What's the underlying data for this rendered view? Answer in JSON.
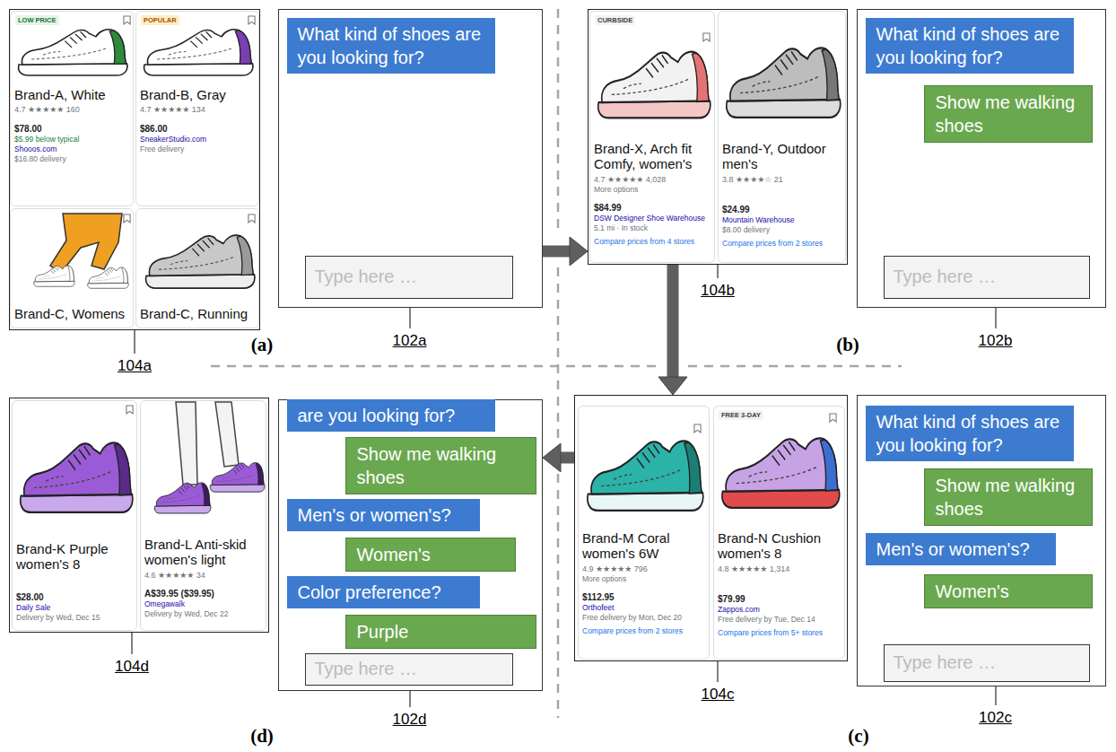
{
  "diagram": {
    "nodes": [
      {
        "text": [
          "104a"
        ]
      },
      {
        "text": [
          "LOW PRICE",
          "Brand-A, White",
          "4.7 ★★★★★ 160",
          "$78.00",
          "$5.99 below typical",
          "Shooos.com",
          "$16.80 delivery"
        ],
        "in": 0
      },
      {
        "text": [
          "POPULAR",
          "Brand-B, Gray",
          "4.7 ★★★★★ 134",
          "$86.00",
          "SneakerStudio.com",
          "Free delivery"
        ],
        "in": 0
      },
      {
        "text": [
          "Brand-C, Womens"
        ],
        "in": 0
      },
      {
        "text": [
          "Brand-C, Running"
        ],
        "in": 0
      },
      {
        "text": [
          "102a"
        ]
      },
      {
        "text": [
          "What kind of shoes are you looking for?"
        ],
        "in": 5
      },
      {
        "text": [
          "Type here …"
        ],
        "in": 5
      },
      {
        "text": [
          "104b"
        ]
      },
      {
        "text": [
          "CURBSIDE",
          "Brand-X, Arch fit Comfy, women's",
          "4.7 ★★★★★ 4,028",
          "More options",
          "$84.99",
          "DSW Designer Shoe Warehouse",
          "5.1 mi · In stock",
          "Compare prices from 4 stores"
        ],
        "in": 8
      },
      {
        "text": [
          "Brand-Y, Outdoor men's",
          "3.8 ★★★★☆ 21",
          "$24.99",
          "Mountain Warehouse",
          "$8.00 delivery",
          "Compare prices from 2 stores"
        ],
        "in": 8
      },
      {
        "text": [
          "102b"
        ]
      },
      {
        "text": [
          "What kind of shoes are you looking for?"
        ],
        "in": 11
      },
      {
        "text": [
          "Show me walking shoes"
        ],
        "in": 11
      },
      {
        "text": [
          "Type here …"
        ],
        "in": 11
      },
      {
        "text": [
          "104c"
        ]
      },
      {
        "text": [
          "Brand-M Coral women's 6W",
          "4.9 ★★★★★ 796",
          "More options",
          "$112.95",
          "Orthofeet",
          "Free delivery by Mon, Dec 20",
          "Compare prices from 2 stores"
        ],
        "in": 15
      },
      {
        "text": [
          "FREE 3-DAY",
          "Brand-N Cushion women's 8",
          "4.8 ★★★★★ 1,314",
          "$79.99",
          "Zappos.com",
          "Free delivery by Tue, Dec 14",
          "Compare prices from 5+ stores"
        ],
        "in": 15
      },
      {
        "text": [
          "102c"
        ]
      },
      {
        "text": [
          "What kind of shoes are you looking for?"
        ],
        "in": 18
      },
      {
        "text": [
          "Show me walking shoes"
        ],
        "in": 18
      },
      {
        "text": [
          "Men's or women's?"
        ],
        "in": 18
      },
      {
        "text": [
          "Women's"
        ],
        "in": 18
      },
      {
        "text": [
          "Type here …"
        ],
        "in": 18
      },
      {
        "text": [
          "104d"
        ]
      },
      {
        "text": [
          "Brand-K Purple women's 8",
          "$28.00",
          "Daily Sale",
          "Delivery by Wed, Dec 15"
        ],
        "in": 24
      },
      {
        "text": [
          "Brand-L Anti-skid women's light",
          "4.6 ★★★★★ 34",
          "A$39.95 ($39.95)",
          "Omegawalk",
          "Delivery by Wed, Dec 22"
        ],
        "in": 24
      },
      {
        "text": [
          "102d"
        ]
      },
      {
        "text": [
          "are you looking for?"
        ],
        "in": 27
      },
      {
        "text": [
          "Show me walking shoes"
        ],
        "in": 27
      },
      {
        "text": [
          "Men's or women's?"
        ],
        "in": 27
      },
      {
        "text": [
          "Women's"
        ],
        "in": 27
      },
      {
        "text": [
          "Color preference?"
        ],
        "in": 27
      },
      {
        "text": [
          "Purple"
        ],
        "in": 27
      },
      {
        "text": [
          "Type here …"
        ],
        "in": 27
      }
    ],
    "edges": [
      {
        "from": 5,
        "to": 8,
        "arrow": "to"
      },
      {
        "from": 8,
        "to": 15,
        "arrow": "to"
      },
      {
        "from": 15,
        "to": 27,
        "arrow": "to"
      }
    ],
    "labels": [
      "(a)",
      "(b)",
      "(c)",
      "(d)"
    ]
  }
}
